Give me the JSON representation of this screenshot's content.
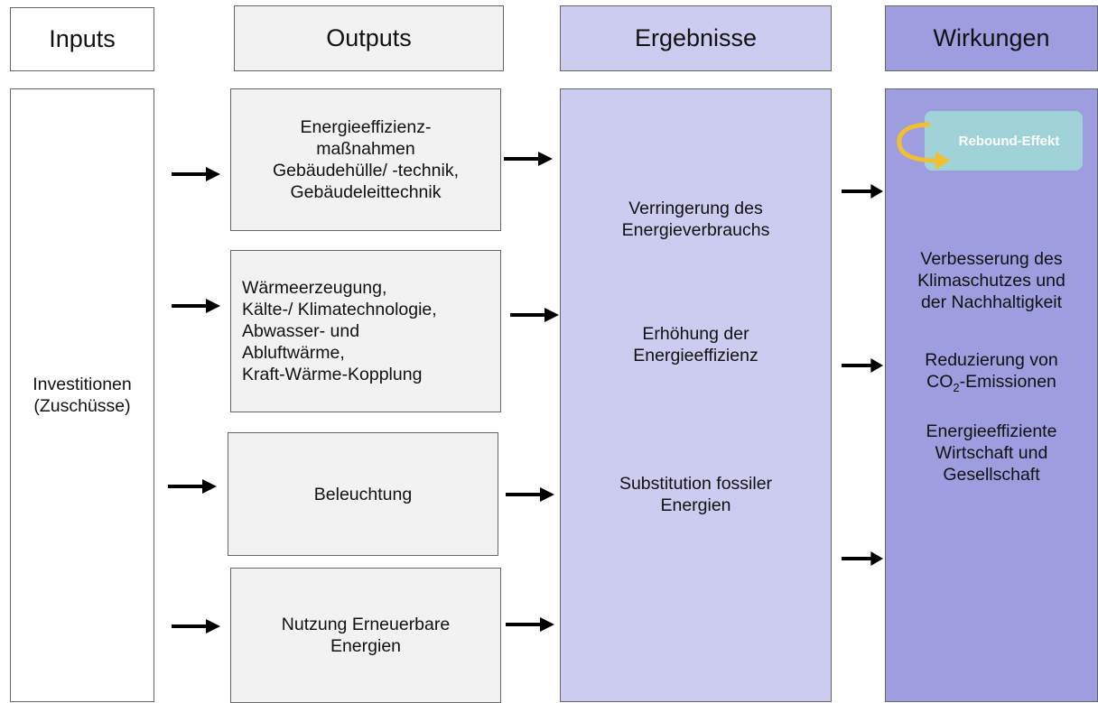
{
  "headers": {
    "inputs": "Inputs",
    "outputs": "Outputs",
    "ergebnisse": "Ergebnisse",
    "wirkungen": "Wirkungen"
  },
  "inputs": {
    "line1": "Investitionen",
    "line2": "(Zuschüsse)"
  },
  "outputs": [
    {
      "lines": [
        "Energieeffizienz-",
        "maßnahmen",
        "Gebäudehülle/ -technik,",
        "Gebäudeleittechnik"
      ]
    },
    {
      "lines": [
        "Wärmeerzeugung,",
        "Kälte-/ Klimatechnologie,",
        "Abwasser- und",
        "Abluftwärme,",
        "Kraft-Wärme-Kopplung"
      ]
    },
    {
      "lines": [
        "Beleuchtung"
      ]
    },
    {
      "lines": [
        "Nutzung Erneuerbare",
        "Energien"
      ]
    }
  ],
  "ergebnisse": [
    {
      "lines": [
        "Verringerung des",
        "Energieverbrauchs"
      ]
    },
    {
      "lines": [
        "Erhöhung der",
        "Energieeffizienz"
      ]
    },
    {
      "lines": [
        "Substitution fossiler",
        "Energien"
      ]
    }
  ],
  "wirkungen": {
    "rebound": "Rebound-Effekt",
    "block1": [
      "Verbesserung des",
      "Klimaschutzes und",
      "der Nachhaltigkeit"
    ],
    "block2_line1": "Reduzierung von",
    "block2_co": "CO",
    "block2_sub": "2",
    "block2_rest": "-Emissionen",
    "block3": [
      "Energieeffiziente",
      "Wirtschaft  und",
      "Gesellschaft"
    ]
  },
  "colors": {
    "outputs_fill": "#f2f2f2",
    "ergebnisse_fill": "#ccccf0",
    "wirkungen_fill": "#9d9ddf",
    "rebound_fill": "#9fd3d8",
    "rebound_arrow": "#f0c030"
  }
}
